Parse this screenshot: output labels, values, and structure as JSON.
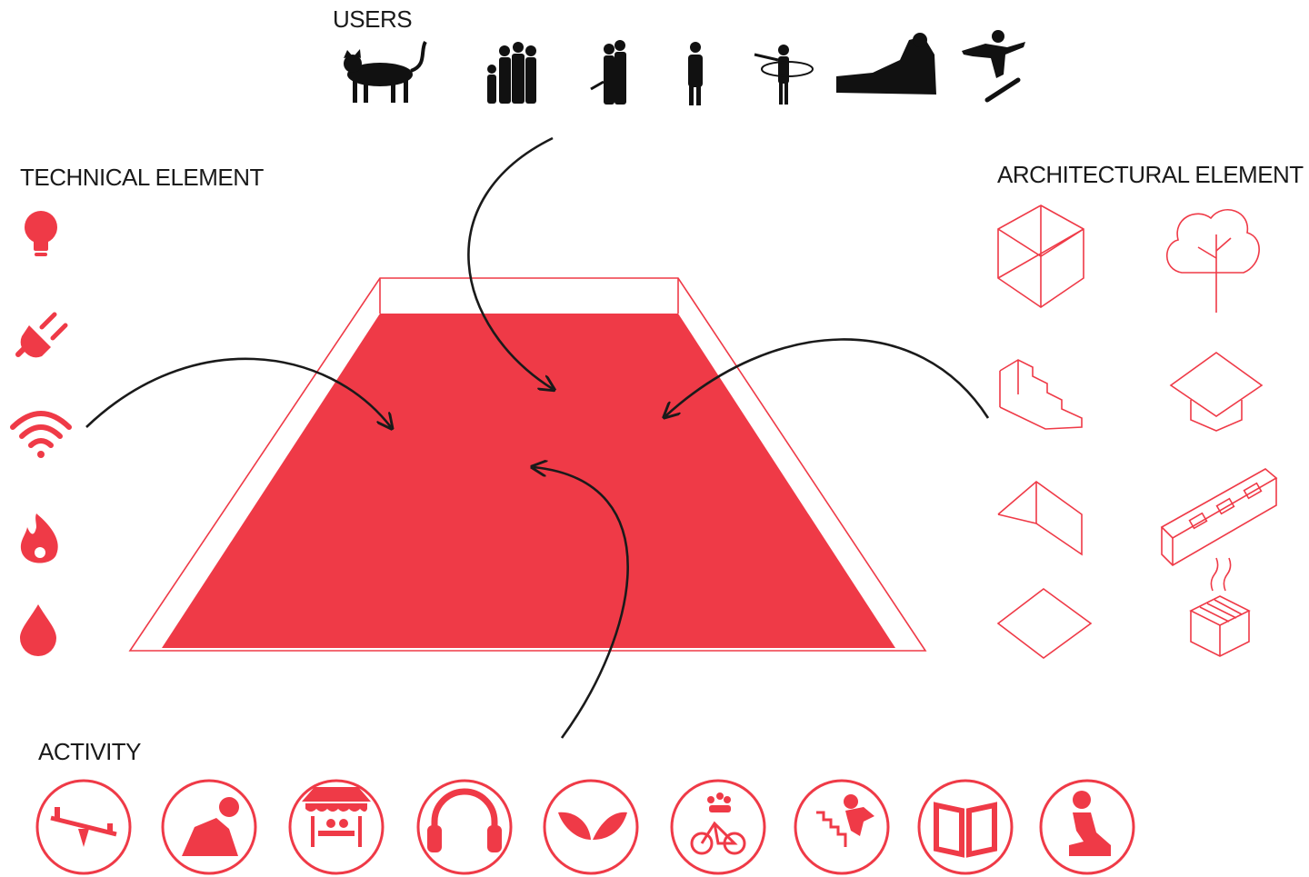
{
  "labels": {
    "users": "USERS",
    "technical": "TECHNICAL ELEMENT",
    "architectural": "ARCHITECTURAL ELEMENT",
    "activity": "ACTIVITY"
  },
  "colors": {
    "accent": "#EF3A47",
    "ink": "#111111",
    "arrow": "#1a1a1a",
    "background": "#FFFFFF"
  },
  "users": [
    "cat-icon",
    "family-icon",
    "couple-icon",
    "person-standing-icon",
    "child-hula-hoop-icon",
    "person-lying-icon",
    "skateboarder-icon"
  ],
  "technical_elements": [
    "lightbulb-icon",
    "plug-icon",
    "wifi-icon",
    "fire-icon",
    "water-drop-icon"
  ],
  "architectural_elements": [
    "cube-frame-icon",
    "tree-icon",
    "stairs-icon",
    "roof-platform-icon",
    "folded-plane-icon",
    "planter-bench-icon",
    "flat-square-icon",
    "barbecue-grill-icon"
  ],
  "activities": [
    "seesaw-icon",
    "person-relaxing-icon",
    "market-stall-icon",
    "headphones-icon",
    "leaves-icon",
    "bicycle-icon",
    "kid-stairs-icon",
    "open-book-icon",
    "person-kneeling-icon"
  ]
}
